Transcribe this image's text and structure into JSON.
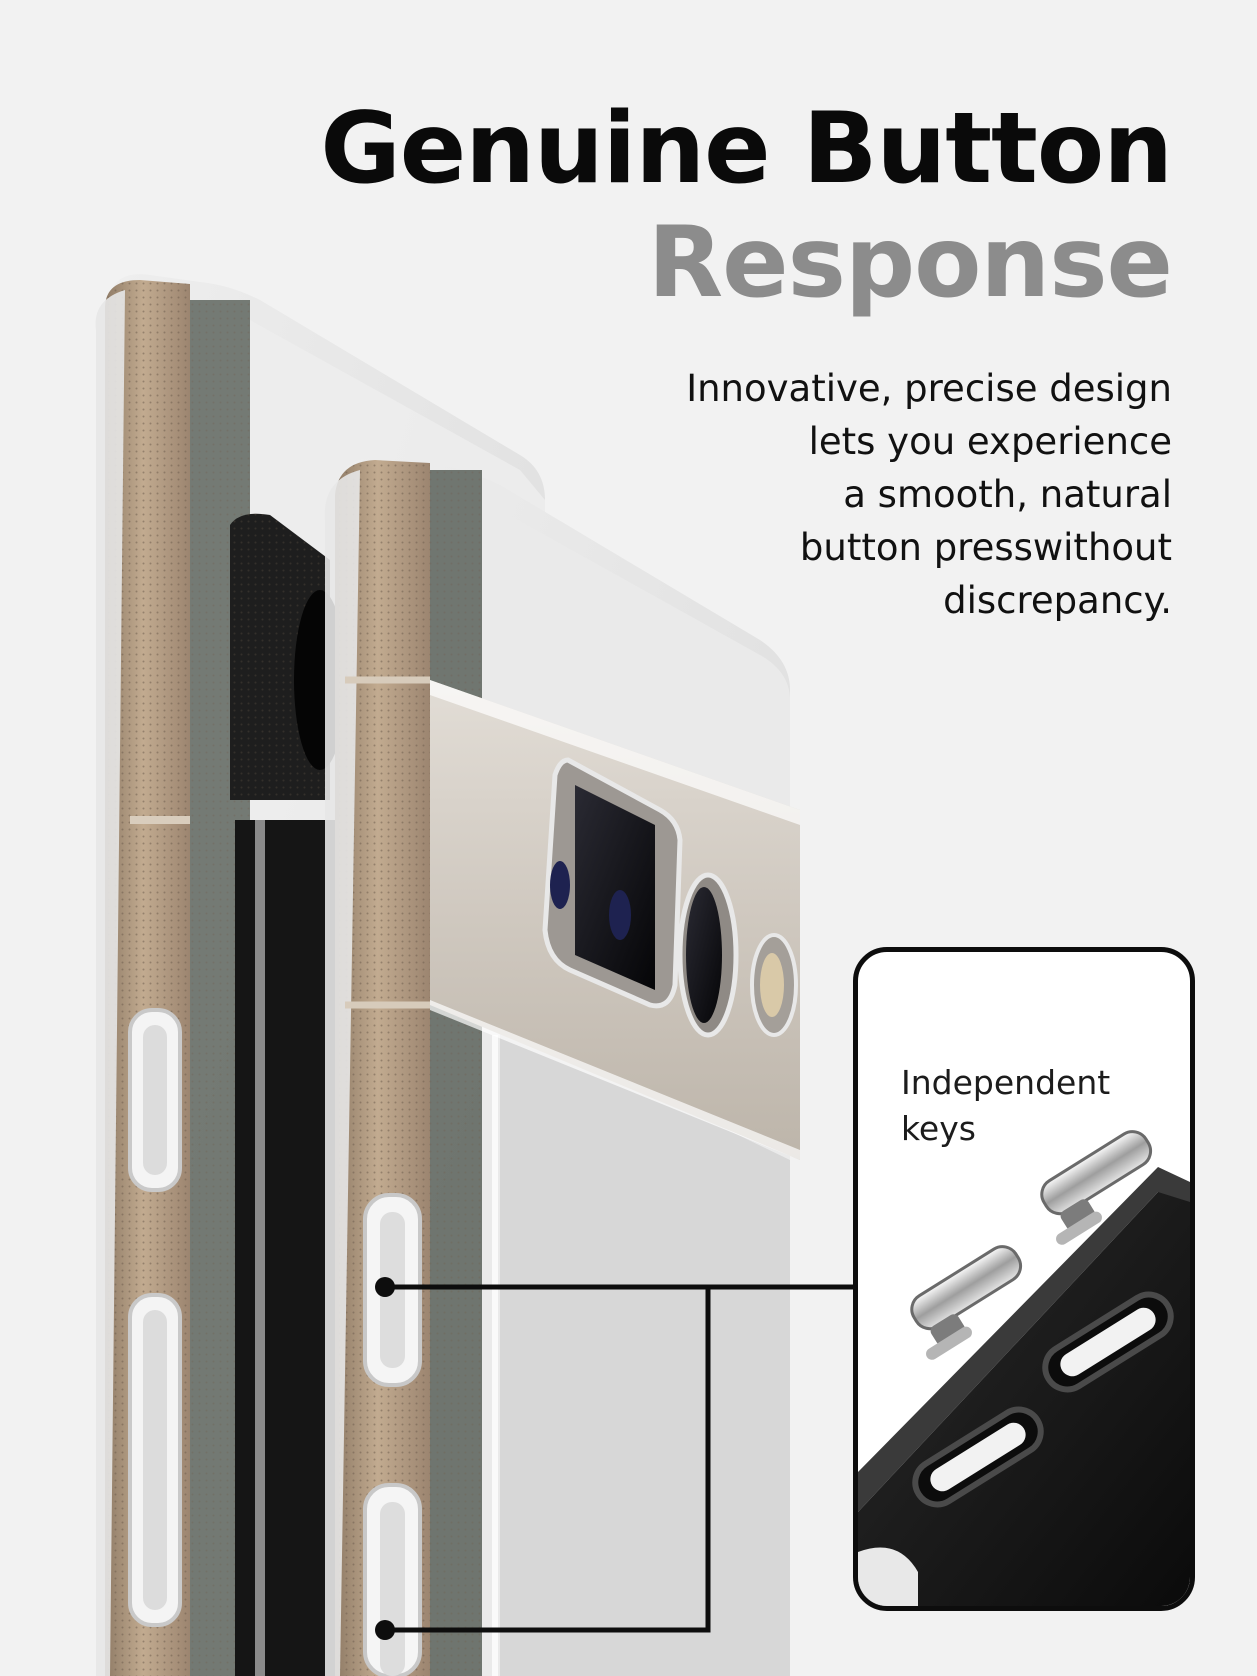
{
  "headline": {
    "line1": "Genuine Button",
    "line2": "Response"
  },
  "description": {
    "lines": [
      "Innovative, precise design",
      "lets you experience",
      "a smooth, natural",
      "button presswithout",
      "discrepancy."
    ]
  },
  "inset": {
    "label_line1": "Independent",
    "label_line2": "keys"
  },
  "colors": {
    "background": "#f2f2f2",
    "headline_primary": "#0a0a0a",
    "headline_secondary": "#8c8c8c",
    "callout_line": "#0d0d0d",
    "case_frame": "#b39d83"
  }
}
